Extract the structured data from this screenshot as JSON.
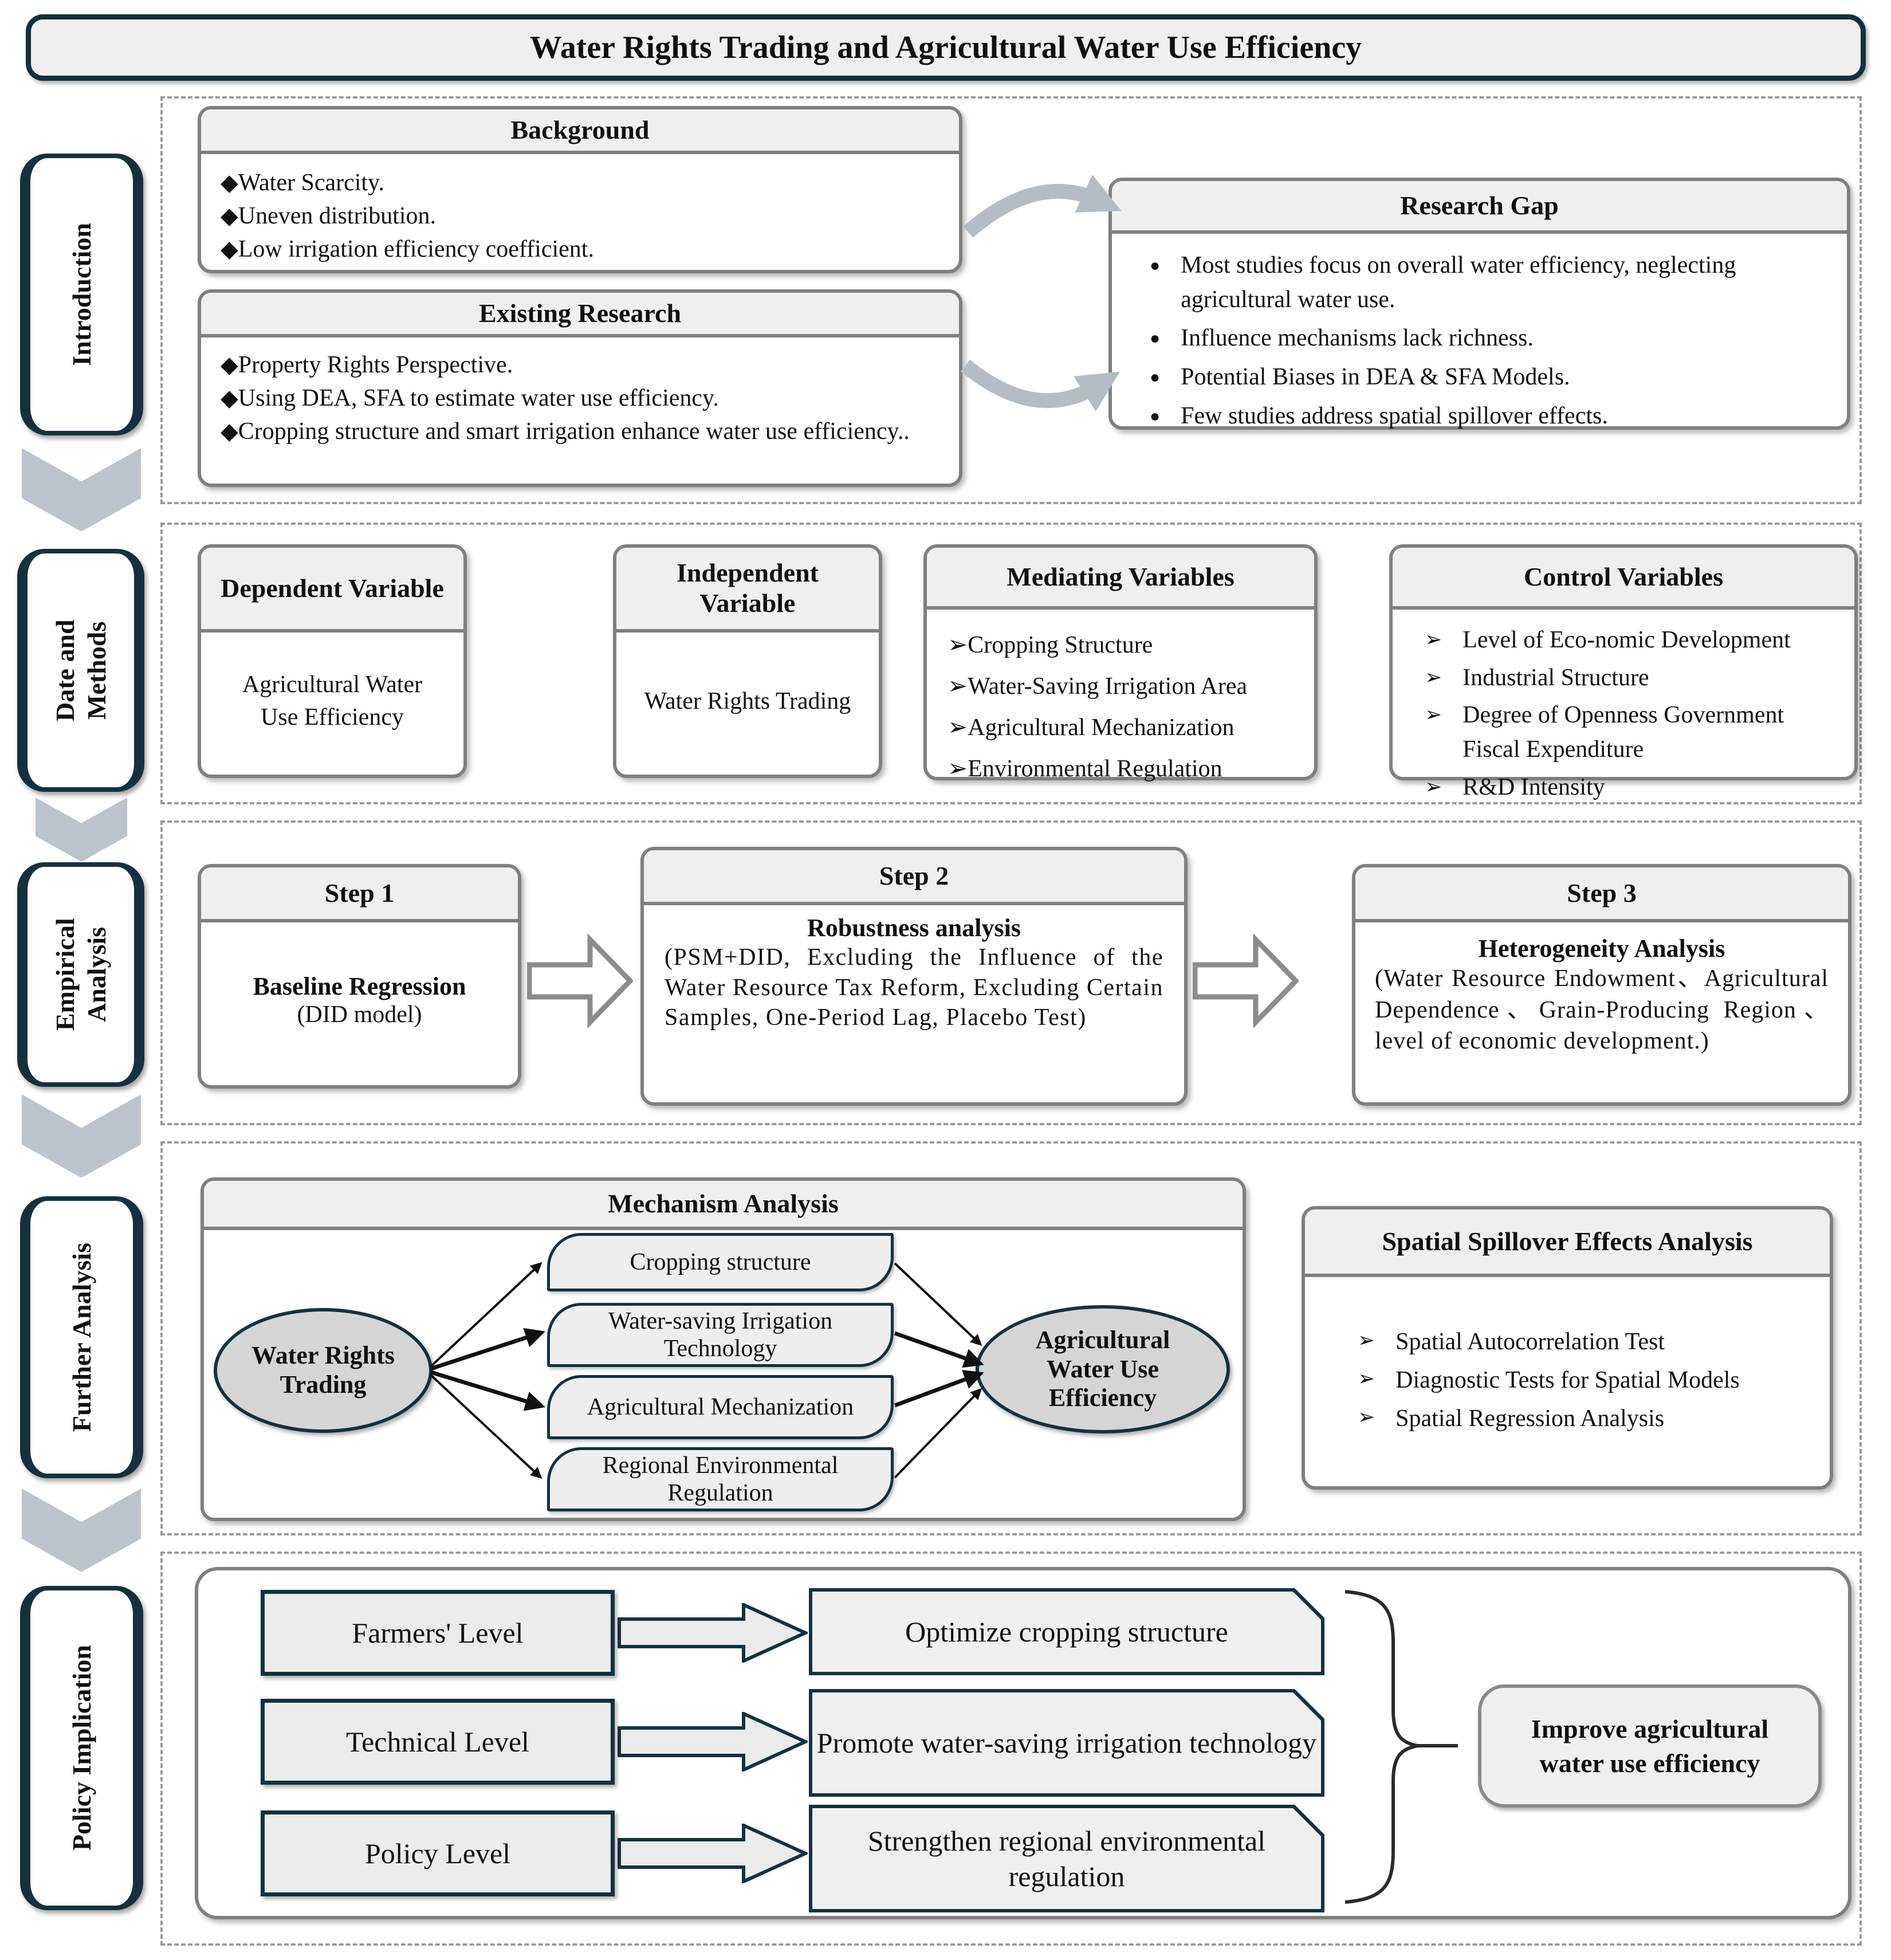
{
  "title": "Water Rights Trading and Agricultural Water Use Efficiency",
  "icons": {
    "diamond": "◆",
    "dot": "●",
    "arrow": "➢"
  },
  "sidebar": {
    "items": [
      {
        "label": "Introduction"
      },
      {
        "label": "Date and Methods"
      },
      {
        "label": "Empirical Analysis"
      },
      {
        "label": "Further Analysis"
      },
      {
        "label": "Policy Implication"
      }
    ]
  },
  "intro": {
    "background": {
      "title": "Background",
      "items": [
        "Water Scarcity.",
        "Uneven distribution.",
        "Low irrigation efficiency coefficient."
      ]
    },
    "existing": {
      "title": "Existing Research",
      "items": [
        "Property Rights Perspective.",
        "Using DEA, SFA to estimate water use efficiency.",
        "Cropping structure and smart irrigation enhance water use efficiency.."
      ]
    },
    "gap": {
      "title": "Research Gap",
      "items": [
        "Most studies focus on overall water efficiency, neglecting agricultural water use.",
        "Influence mechanisms lack richness.",
        "Potential Biases in DEA & SFA Models.",
        "Few studies address spatial spillover effects."
      ]
    }
  },
  "methods": {
    "dependent": {
      "title": "Dependent Variable",
      "body": "Agricultural Water Use Efficiency"
    },
    "independent": {
      "title": "Independent Variable",
      "body": "Water Rights Trading"
    },
    "mediating": {
      "title": "Mediating Variables",
      "items": [
        "Cropping Structure",
        "Water-Saving Irrigation Area",
        "Agricultural Mechanization",
        "Environmental Regulation"
      ]
    },
    "control": {
      "title": "Control Variables",
      "items": [
        "Level of Eco-nomic Development",
        "Industrial Structure",
        "Degree of Openness Government Fiscal Expenditure",
        "R&D Intensity"
      ]
    }
  },
  "empirical": {
    "step1": {
      "title": "Step 1",
      "heading": "Baseline Regression",
      "body": "(DID model)"
    },
    "step2": {
      "title": "Step 2",
      "heading": "Robustness analysis",
      "body": "(PSM+DID, Excluding the Influence of the Water Resource Tax Reform, Excluding Certain Samples, One-Period Lag, Placebo Test)"
    },
    "step3": {
      "title": "Step 3",
      "heading": "Heterogeneity Analysis",
      "body": "(Water Resource Endowment、Agricultural Dependence、Grain-Producing Region、level of economic development.)"
    }
  },
  "further": {
    "mechanism": {
      "title": "Mechanism Analysis",
      "source": "Water Rights Trading",
      "mediators": [
        "Cropping structure",
        "Water-saving Irrigation Technology",
        "Agricultural Mechanization",
        "Regional Environmental Regulation"
      ],
      "target": "Agricultural Water Use Efficiency"
    },
    "spatial": {
      "title": "Spatial Spillover Effects Analysis",
      "items": [
        "Spatial Autocorrelation Test",
        "Diagnostic Tests for Spatial Models",
        "Spatial Regression Analysis"
      ]
    }
  },
  "policy": {
    "levels": [
      {
        "label": "Farmers' Level"
      },
      {
        "label": "Technical Level"
      },
      {
        "label": "Policy Level"
      }
    ],
    "actions": [
      {
        "label": "Optimize cropping structure"
      },
      {
        "label": "Promote water-saving irrigation technology"
      },
      {
        "label": "Strengthen regional environmental regulation"
      }
    ],
    "outcome": "Improve agricultural water use efficiency"
  },
  "colors": {
    "navy_border": "#15313d",
    "gray_border": "#7f7f7f",
    "light_fill": "#f0efef",
    "chevron_gray": "#bcc3cb",
    "ellipse_fill": "#d5d5d5",
    "dash_gray": "#9a9a9a"
  }
}
